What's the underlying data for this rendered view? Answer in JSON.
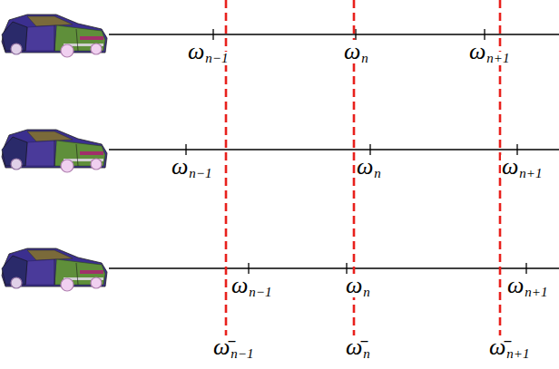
{
  "diagram": {
    "labels": [
      "ω",
      "n−1",
      "ω",
      "n",
      "ω",
      "n+1",
      "ω",
      "n−1",
      "ω",
      "n",
      "ω",
      "n+1",
      "ω",
      "n−1",
      "ω",
      "n",
      "ω",
      "n+1",
      "ω̄",
      "n−1",
      "ω̄",
      "n",
      "ω̄",
      "n+1"
    ]
  }
}
